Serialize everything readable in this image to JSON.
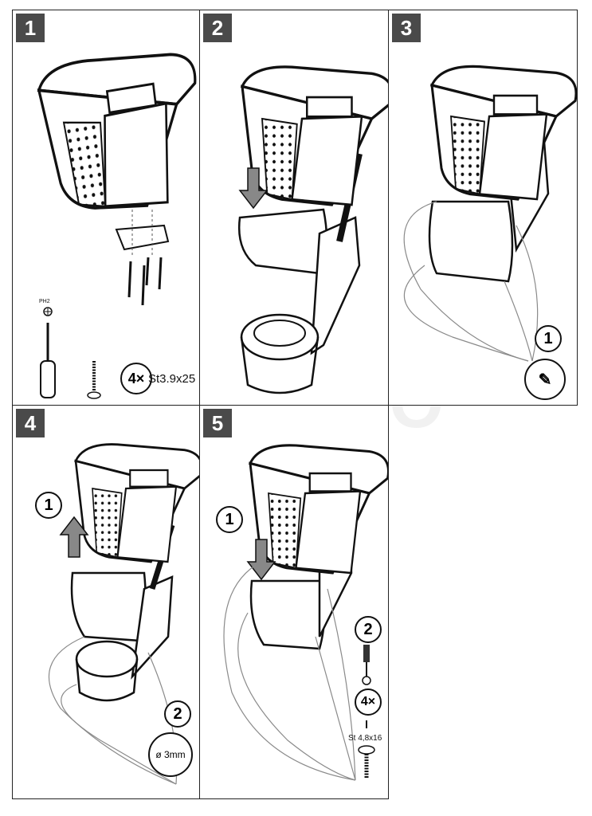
{
  "steps": [
    {
      "number": "1",
      "bit_label": "PH2",
      "screw_count": "4×",
      "screw_spec": "St3.9x25"
    },
    {
      "number": "2"
    },
    {
      "number": "3",
      "callout": "1"
    },
    {
      "number": "4",
      "callout_1": "1",
      "callout_2": "2",
      "drill_label": "ø 3mm"
    },
    {
      "number": "5",
      "callout_1": "1",
      "callout_2": "2",
      "screw_count": "4×",
      "screw_spec": "St 4,8x16"
    }
  ],
  "watermark": "AG AUTO",
  "colors": {
    "line": "#111111",
    "badge": "#4a4a4a",
    "wire": "#8a8a8a"
  }
}
